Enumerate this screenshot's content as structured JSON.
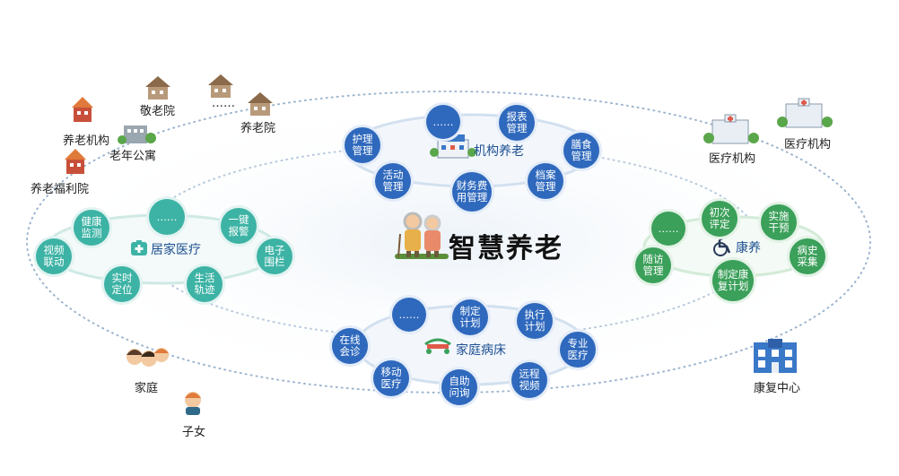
{
  "center": {
    "title": "智慧养老"
  },
  "institutional_care": {
    "label": "机构养老",
    "nodes": [
      "……",
      "报表\n管理",
      "膳食\n管理",
      "档案\n管理",
      "财务费\n用管理",
      "活动\n管理",
      "护理\n管理"
    ]
  },
  "home_care": {
    "label": "居家医疗",
    "nodes": [
      "健康\n监测",
      "……",
      "一键\n报警",
      "电子\n围栏",
      "生活\n轨迹",
      "实时\n定位",
      "视频\n联动"
    ]
  },
  "rehab": {
    "label": "康养",
    "nodes": [
      "……",
      "初次\n评定",
      "实施\n干预",
      "病史\n采集",
      "制定康\n复计划",
      "随访\n管理"
    ]
  },
  "home_ward": {
    "label": "家庭病床",
    "nodes": [
      "……",
      "制定\n计划",
      "执行\n计划",
      "专业\n医疗",
      "远程\n视频",
      "自助\n问询",
      "移动\n医疗",
      "在线\n会诊"
    ]
  },
  "entities": {
    "elderly_care_institution": "养老机构",
    "respect_elderly_home": "敬老院",
    "ellipsis": "……",
    "nursing_home": "养老院",
    "senior_apartment": "老年公寓",
    "welfare_home": "养老福利院",
    "medical_institution_1": "医疗机构",
    "medical_institution_2": "医疗机构",
    "family": "家庭",
    "children": "子女",
    "rehab_center": "康复中心"
  },
  "colors": {
    "institutional": "#2f69bd",
    "home_care": "#3db3a5",
    "rehab": "#3ba05a",
    "home_ward": "#2f69bd",
    "ring_dots": "#9bb4cf"
  }
}
